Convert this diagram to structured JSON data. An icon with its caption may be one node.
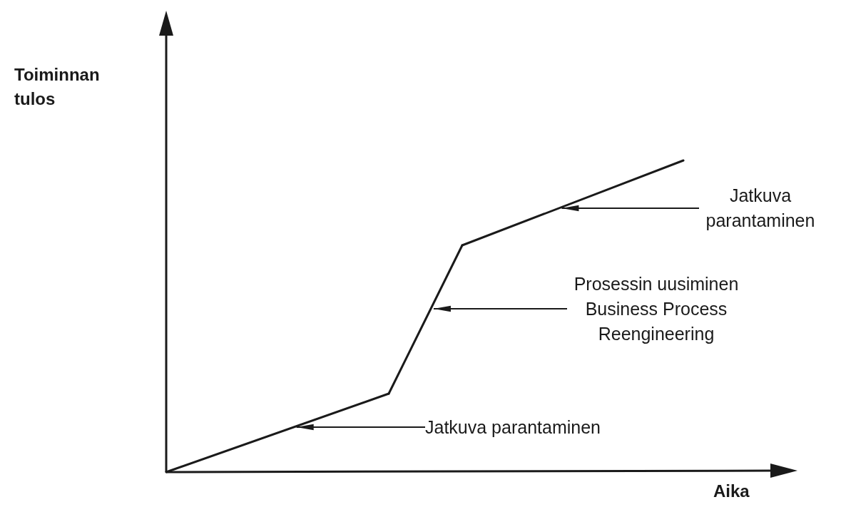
{
  "diagram": {
    "nodes": [
      {
        "text": [
          "Jatkuva parantaminen"
        ]
      },
      {
        "text": [
          "Prosessin uusiminen",
          "Business Process Reengineering"
        ]
      },
      {
        "text": [
          "Jatkuva parantaminen"
        ]
      },
      {
        "text": [],
        "shape": "line"
      },
      {
        "text": [],
        "shape": "line"
      },
      {
        "text": [],
        "shape": "line"
      }
    ],
    "edges": [
      {
        "from": 0,
        "to": 5,
        "arrow": "to"
      },
      {
        "from": 1,
        "to": 4,
        "arrow": "to"
      },
      {
        "from": 2,
        "to": 3,
        "arrow": "to"
      }
    ],
    "labels": [
      "Toiminnan tulos",
      "Aika"
    ]
  }
}
